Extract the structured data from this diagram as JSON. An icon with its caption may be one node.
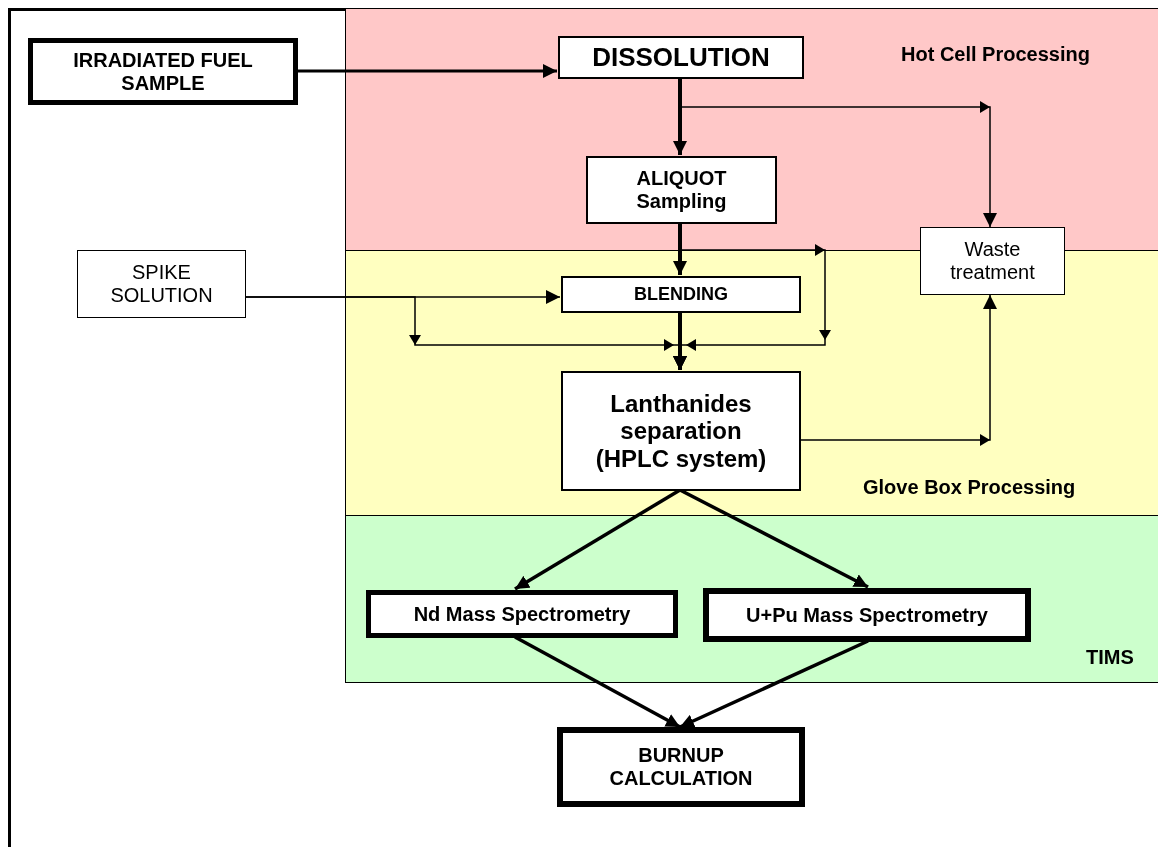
{
  "diagram": {
    "nodes": [
      {
        "text": [
          "Hot Cell Processing"
        ]
      },
      {
        "text": [
          "Glove Box Processing"
        ]
      },
      {
        "text": [
          "TIMS"
        ]
      },
      {
        "text": [
          "IRRADIATED FUEL SAMPLE"
        ]
      },
      {
        "text": [
          "DISSOLUTION"
        ],
        "in": 0
      },
      {
        "text": [
          "ALIQUOT Sampling"
        ],
        "in": 0
      },
      {
        "text": [
          "Waste treatment"
        ]
      },
      {
        "text": [
          "SPIKE SOLUTION"
        ]
      },
      {
        "text": [
          "BLENDING"
        ],
        "in": 1
      },
      {
        "text": [
          "Lanthanides separation (HPLC system)"
        ],
        "in": 1
      },
      {
        "text": [
          "Nd Mass Spectrometry"
        ],
        "in": 2
      },
      {
        "text": [
          "U+Pu Mass Spectrometry"
        ],
        "in": 2
      },
      {
        "text": [
          "BURNUP CALCULATION"
        ]
      }
    ],
    "edges": [
      {
        "from": 3,
        "to": 4,
        "arrow": "to"
      },
      {
        "from": 4,
        "to": 5,
        "arrow": "to"
      },
      {
        "from": 4,
        "to": 6,
        "arrow": "to"
      },
      {
        "from": 5,
        "to": 8,
        "arrow": "to"
      },
      {
        "from": 5,
        "to": 9,
        "arrow": "to"
      },
      {
        "from": 7,
        "to": 8,
        "arrow": "to"
      },
      {
        "from": 7,
        "to": 9,
        "arrow": "to"
      },
      {
        "from": 8,
        "to": 9,
        "arrow": "to"
      },
      {
        "from": 9,
        "to": 6,
        "arrow": "to"
      },
      {
        "from": 9,
        "to": 10,
        "arrow": "to"
      },
      {
        "from": 9,
        "to": 11,
        "arrow": "to"
      },
      {
        "from": 10,
        "to": 12,
        "arrow": "to"
      },
      {
        "from": 11,
        "to": 12,
        "arrow": "to"
      }
    ]
  }
}
